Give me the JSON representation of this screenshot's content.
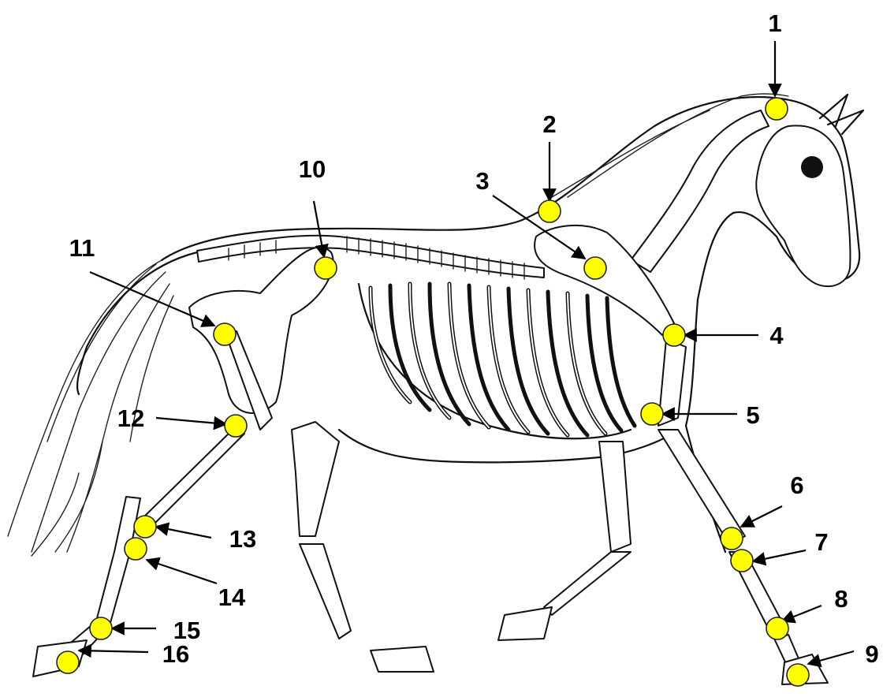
{
  "diagram": {
    "marker_color": "#ffff00",
    "points": [
      {
        "number": "1"
      },
      {
        "number": "2"
      },
      {
        "number": "3"
      },
      {
        "number": "4"
      },
      {
        "number": "5"
      },
      {
        "number": "6"
      },
      {
        "number": "7"
      },
      {
        "number": "8"
      },
      {
        "number": "9"
      },
      {
        "number": "10"
      },
      {
        "number": "11"
      },
      {
        "number": "12"
      },
      {
        "number": "13"
      },
      {
        "number": "14"
      },
      {
        "number": "15"
      },
      {
        "number": "16"
      }
    ]
  }
}
